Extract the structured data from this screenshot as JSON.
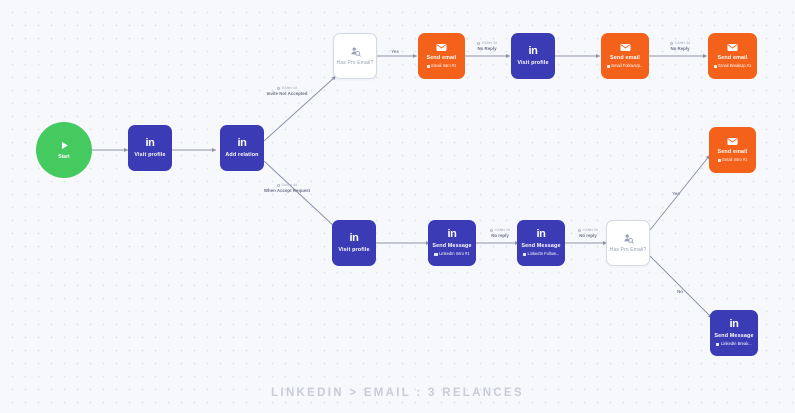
{
  "footer": {
    "title": "LINKEDIN > EMAIL : 3 RELANCES"
  },
  "colors": {
    "background": "#f7f8fc",
    "linkedin": "#3b3bb5",
    "email": "#f4611a",
    "start": "#45ca5f",
    "decision_border": "#d5d9e6",
    "edge": "#8d93a6",
    "footer_text": "#c9ccd8"
  },
  "start_node": {
    "label": "Start",
    "icon": "play-icon"
  },
  "nodes": [
    {
      "id": "visit-profile-1",
      "type": "linkedin",
      "icon": "linkedin-icon",
      "title": "Visit profile",
      "sub": ""
    },
    {
      "id": "add-relation",
      "type": "linkedin",
      "icon": "linkedin-icon",
      "title": "Add relation",
      "sub": ""
    },
    {
      "id": "has-pro-email-1",
      "type": "decision",
      "icon": "contact-search-icon",
      "title": "Has Pro Email?",
      "sub": ""
    },
    {
      "id": "send-email-1",
      "type": "email",
      "icon": "envelope-icon",
      "title": "Send email",
      "sub": "Email Intro #1"
    },
    {
      "id": "visit-profile-2",
      "type": "linkedin",
      "icon": "linkedin-icon",
      "title": "Visit profile",
      "sub": ""
    },
    {
      "id": "send-email-2",
      "type": "email",
      "icon": "envelope-icon",
      "title": "Send email",
      "sub": "Email FollowUp..."
    },
    {
      "id": "send-email-3",
      "type": "email",
      "icon": "envelope-icon",
      "title": "Send email",
      "sub": "Email BreakUp #1"
    },
    {
      "id": "visit-profile-3",
      "type": "linkedin",
      "icon": "linkedin-icon",
      "title": "Visit profile",
      "sub": ""
    },
    {
      "id": "send-message-1",
      "type": "linkedin",
      "icon": "linkedin-icon",
      "title": "Send Message",
      "sub": "LinkedIn Intro #1"
    },
    {
      "id": "send-message-2",
      "type": "linkedin",
      "icon": "linkedin-icon",
      "title": "Send Message",
      "sub": "LinkedIn Follow..."
    },
    {
      "id": "has-pro-email-2",
      "type": "decision",
      "icon": "contact-search-icon",
      "title": "Has Pro Email?",
      "sub": ""
    },
    {
      "id": "send-email-4",
      "type": "email",
      "icon": "envelope-icon",
      "title": "Send email",
      "sub": "Email Intro #1"
    },
    {
      "id": "send-message-3",
      "type": "linkedin",
      "icon": "linkedin-icon",
      "title": "Send Message",
      "sub": "LinkedIn Break..."
    }
  ],
  "edge_labels": [
    {
      "id": "invite-not-accepted",
      "cond": "If After 4d",
      "main": "Invite Not Accepted"
    },
    {
      "id": "when-accept-request",
      "cond": "During 4d",
      "main": "When Accept Request"
    },
    {
      "id": "yes-top",
      "cond": "",
      "main": "Yes"
    },
    {
      "id": "no-reply-1",
      "cond": "If After 3d",
      "main": "No Reply"
    },
    {
      "id": "no-reply-2",
      "cond": "If After 3d",
      "main": "No Reply"
    },
    {
      "id": "no-reply-3",
      "cond": "If After 3d",
      "main": "No reply"
    },
    {
      "id": "no-reply-4",
      "cond": "If After 5d",
      "main": "No reply"
    },
    {
      "id": "yes-bottom",
      "cond": "",
      "main": "Yes"
    },
    {
      "id": "no-bottom",
      "cond": "",
      "main": "No"
    }
  ]
}
